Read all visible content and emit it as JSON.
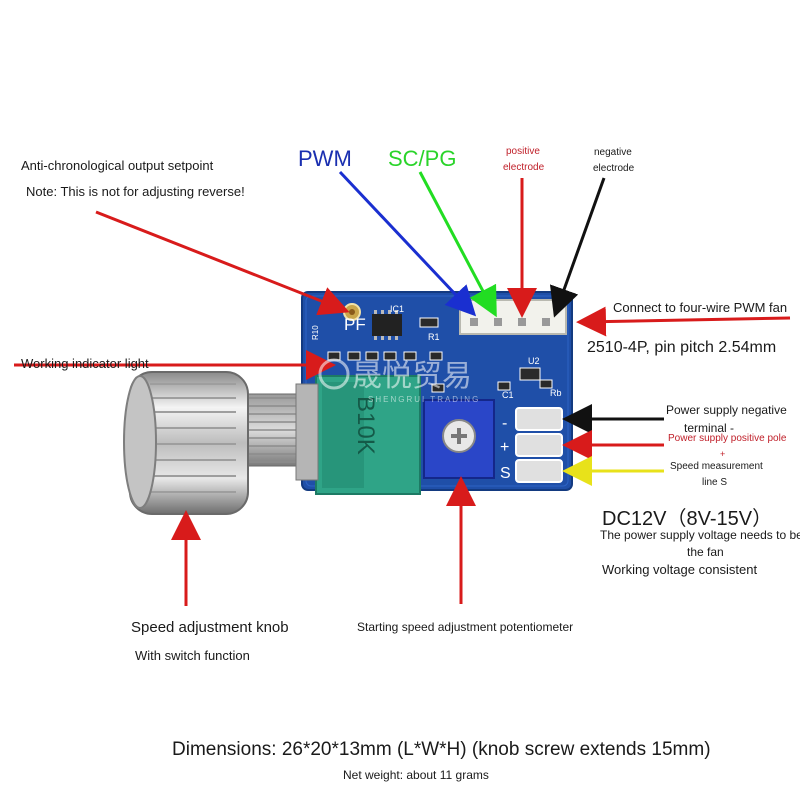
{
  "labels": {
    "anti_chrono": "Anti-chronological output setpoint",
    "note": "Note: This is not for adjusting reverse!",
    "pwm": "PWM",
    "scpg": "SC/PG",
    "pos_electrode_1": "positive",
    "pos_electrode_2": "electrode",
    "neg_electrode_1": "negative",
    "neg_electrode_2": "electrode",
    "connect_fan": "Connect to four-wire PWM fan",
    "connector_spec": "2510-4P, pin pitch 2.54mm",
    "working_light": "Working indicator light",
    "psu_neg_1": "Power supply negative",
    "psu_neg_2": "terminal -",
    "psu_pos_1": "Power supply positive pole",
    "psu_pos_2": "+",
    "speed_line_1": "Speed measurement",
    "speed_line_2": "line S",
    "dc_voltage": "DC12V（8V-15V）",
    "voltage_note_1": "The power supply voltage needs to be wit",
    "voltage_note_2": "the fan",
    "voltage_note_3": "Working voltage consistent",
    "speed_knob": "Speed adjustment knob",
    "switch_fn": "With switch function",
    "start_pot": "Starting speed adjustment potentiometer",
    "dimensions": "Dimensions: 26*20*13mm (L*W*H) (knob screw extends 15mm)",
    "net_weight": "Net weight: about 11 grams"
  },
  "board": {
    "silk_pf": "PF",
    "silk_ic1": "IC1",
    "silk_r1": "R1",
    "silk_u2": "U2",
    "silk_c1": "C1",
    "silk_r10": "R10",
    "silk_rb": "Rb",
    "silk_b10k": "B10K",
    "silk_minus": "-",
    "silk_plus": "+",
    "silk_s": "S"
  },
  "watermark": {
    "main": "晟悦贸易",
    "sub": "SHENGRUI TRADING"
  },
  "colors": {
    "pcb": "#1f4fa8",
    "red_arrow": "#d81b1b",
    "blue_arrow": "#1a2fd0",
    "green_arrow": "#22dd22",
    "black_arrow": "#111111",
    "yellow_arrow": "#e8e21a",
    "pwm_text": "#1a2fb0",
    "scpg_text": "#2ad42a",
    "positive_text": "#c0202a"
  }
}
